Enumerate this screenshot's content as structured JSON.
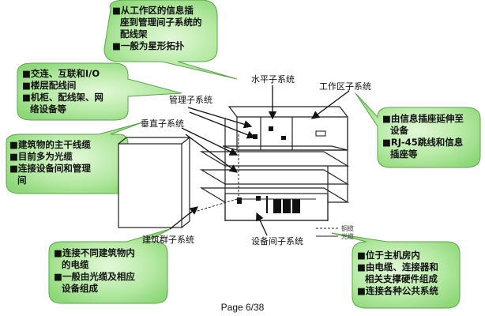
{
  "callouts": {
    "work_to_mgmt": [
      "■从工作区的信息插",
      "座到管理间子系统的",
      "配线架",
      "■一般为星形拓扑"
    ],
    "mgmt": [
      "■交连、互联和I/O",
      "■楼层配线间",
      "■机柜、配线架、网",
      "络设备等"
    ],
    "backbone": [
      "■建筑物的主干线缆",
      "■目前多为光缆",
      "■连接设备间和管理",
      "间"
    ],
    "work_area": [
      "■由信息插座延伸至",
      "设备",
      "■RJ-45跳线和信息",
      "插座等"
    ],
    "campus": [
      "■连接不同建筑物内",
      "的电缆",
      "■一般由光缆及相应",
      "设备组成"
    ],
    "equipment": [
      "■位于主机房内",
      "■由电缆、连接器和",
      "相关支撑硬件组成",
      "■连接各种公共系统"
    ]
  },
  "labels": {
    "horizontal": "水平子系统",
    "management": "管理子系统",
    "work_area": "工作区子系统",
    "vertical": "垂直子系统",
    "campus": "建筑群子系统",
    "equipment_room": "设备间子系统"
  },
  "legend": {
    "copper": "铜缆",
    "fiber": "光缆"
  },
  "footer": "Page 6/38",
  "colors": {
    "bubble_fill": "#8fd87a",
    "bubble_edge": "#5aa64a",
    "line": "#222222"
  }
}
